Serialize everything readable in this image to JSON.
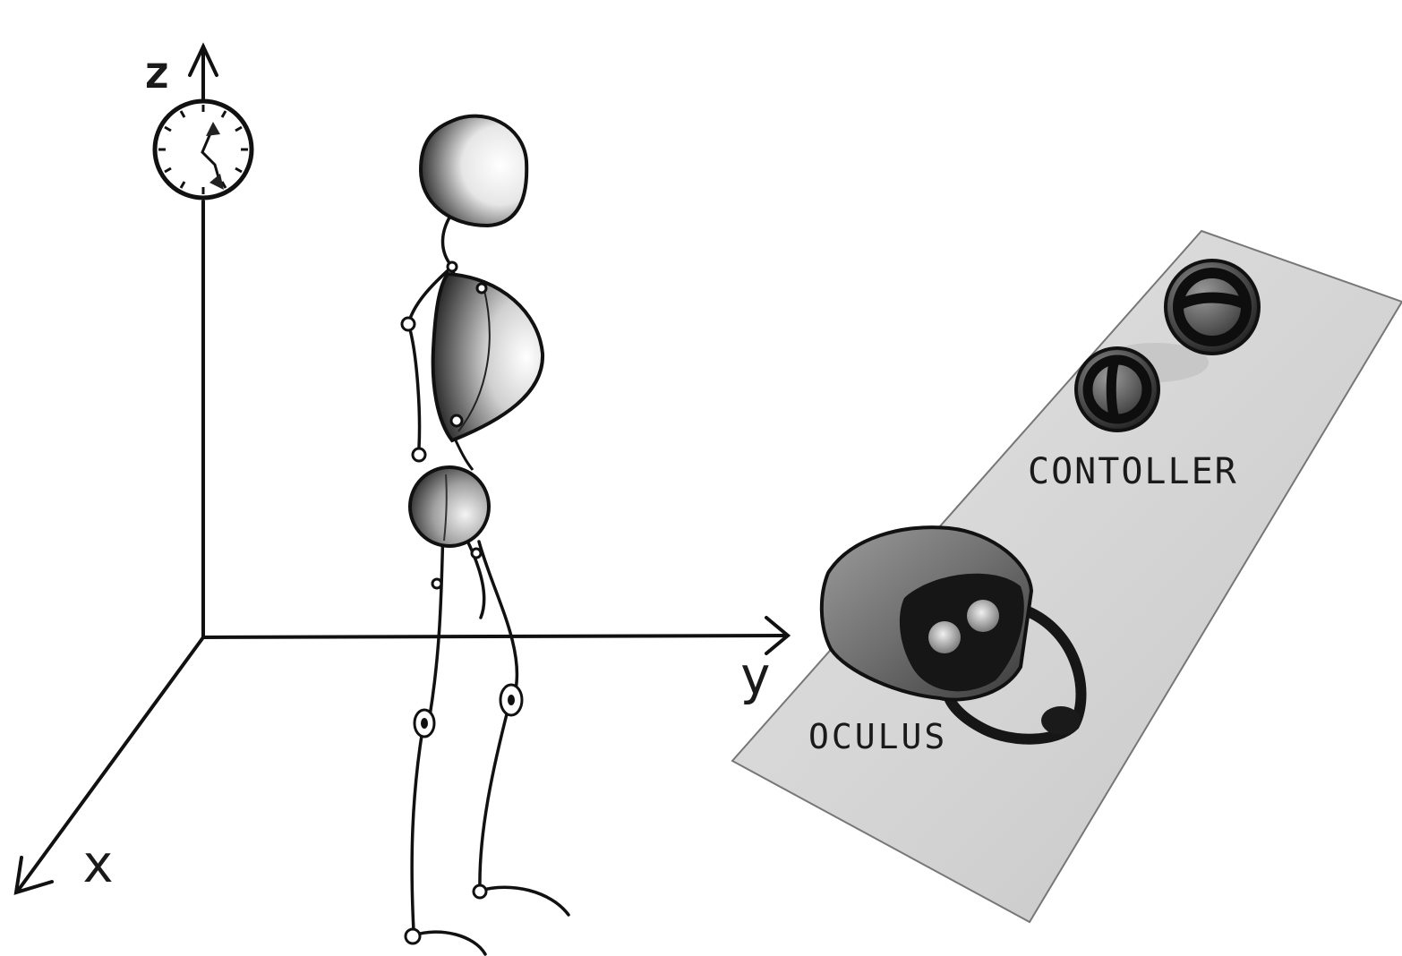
{
  "axes": {
    "x_label": "x",
    "y_label": "y",
    "z_label": "z"
  },
  "labels": {
    "headset": "OCULUS",
    "controller": "CONTOLLER"
  }
}
